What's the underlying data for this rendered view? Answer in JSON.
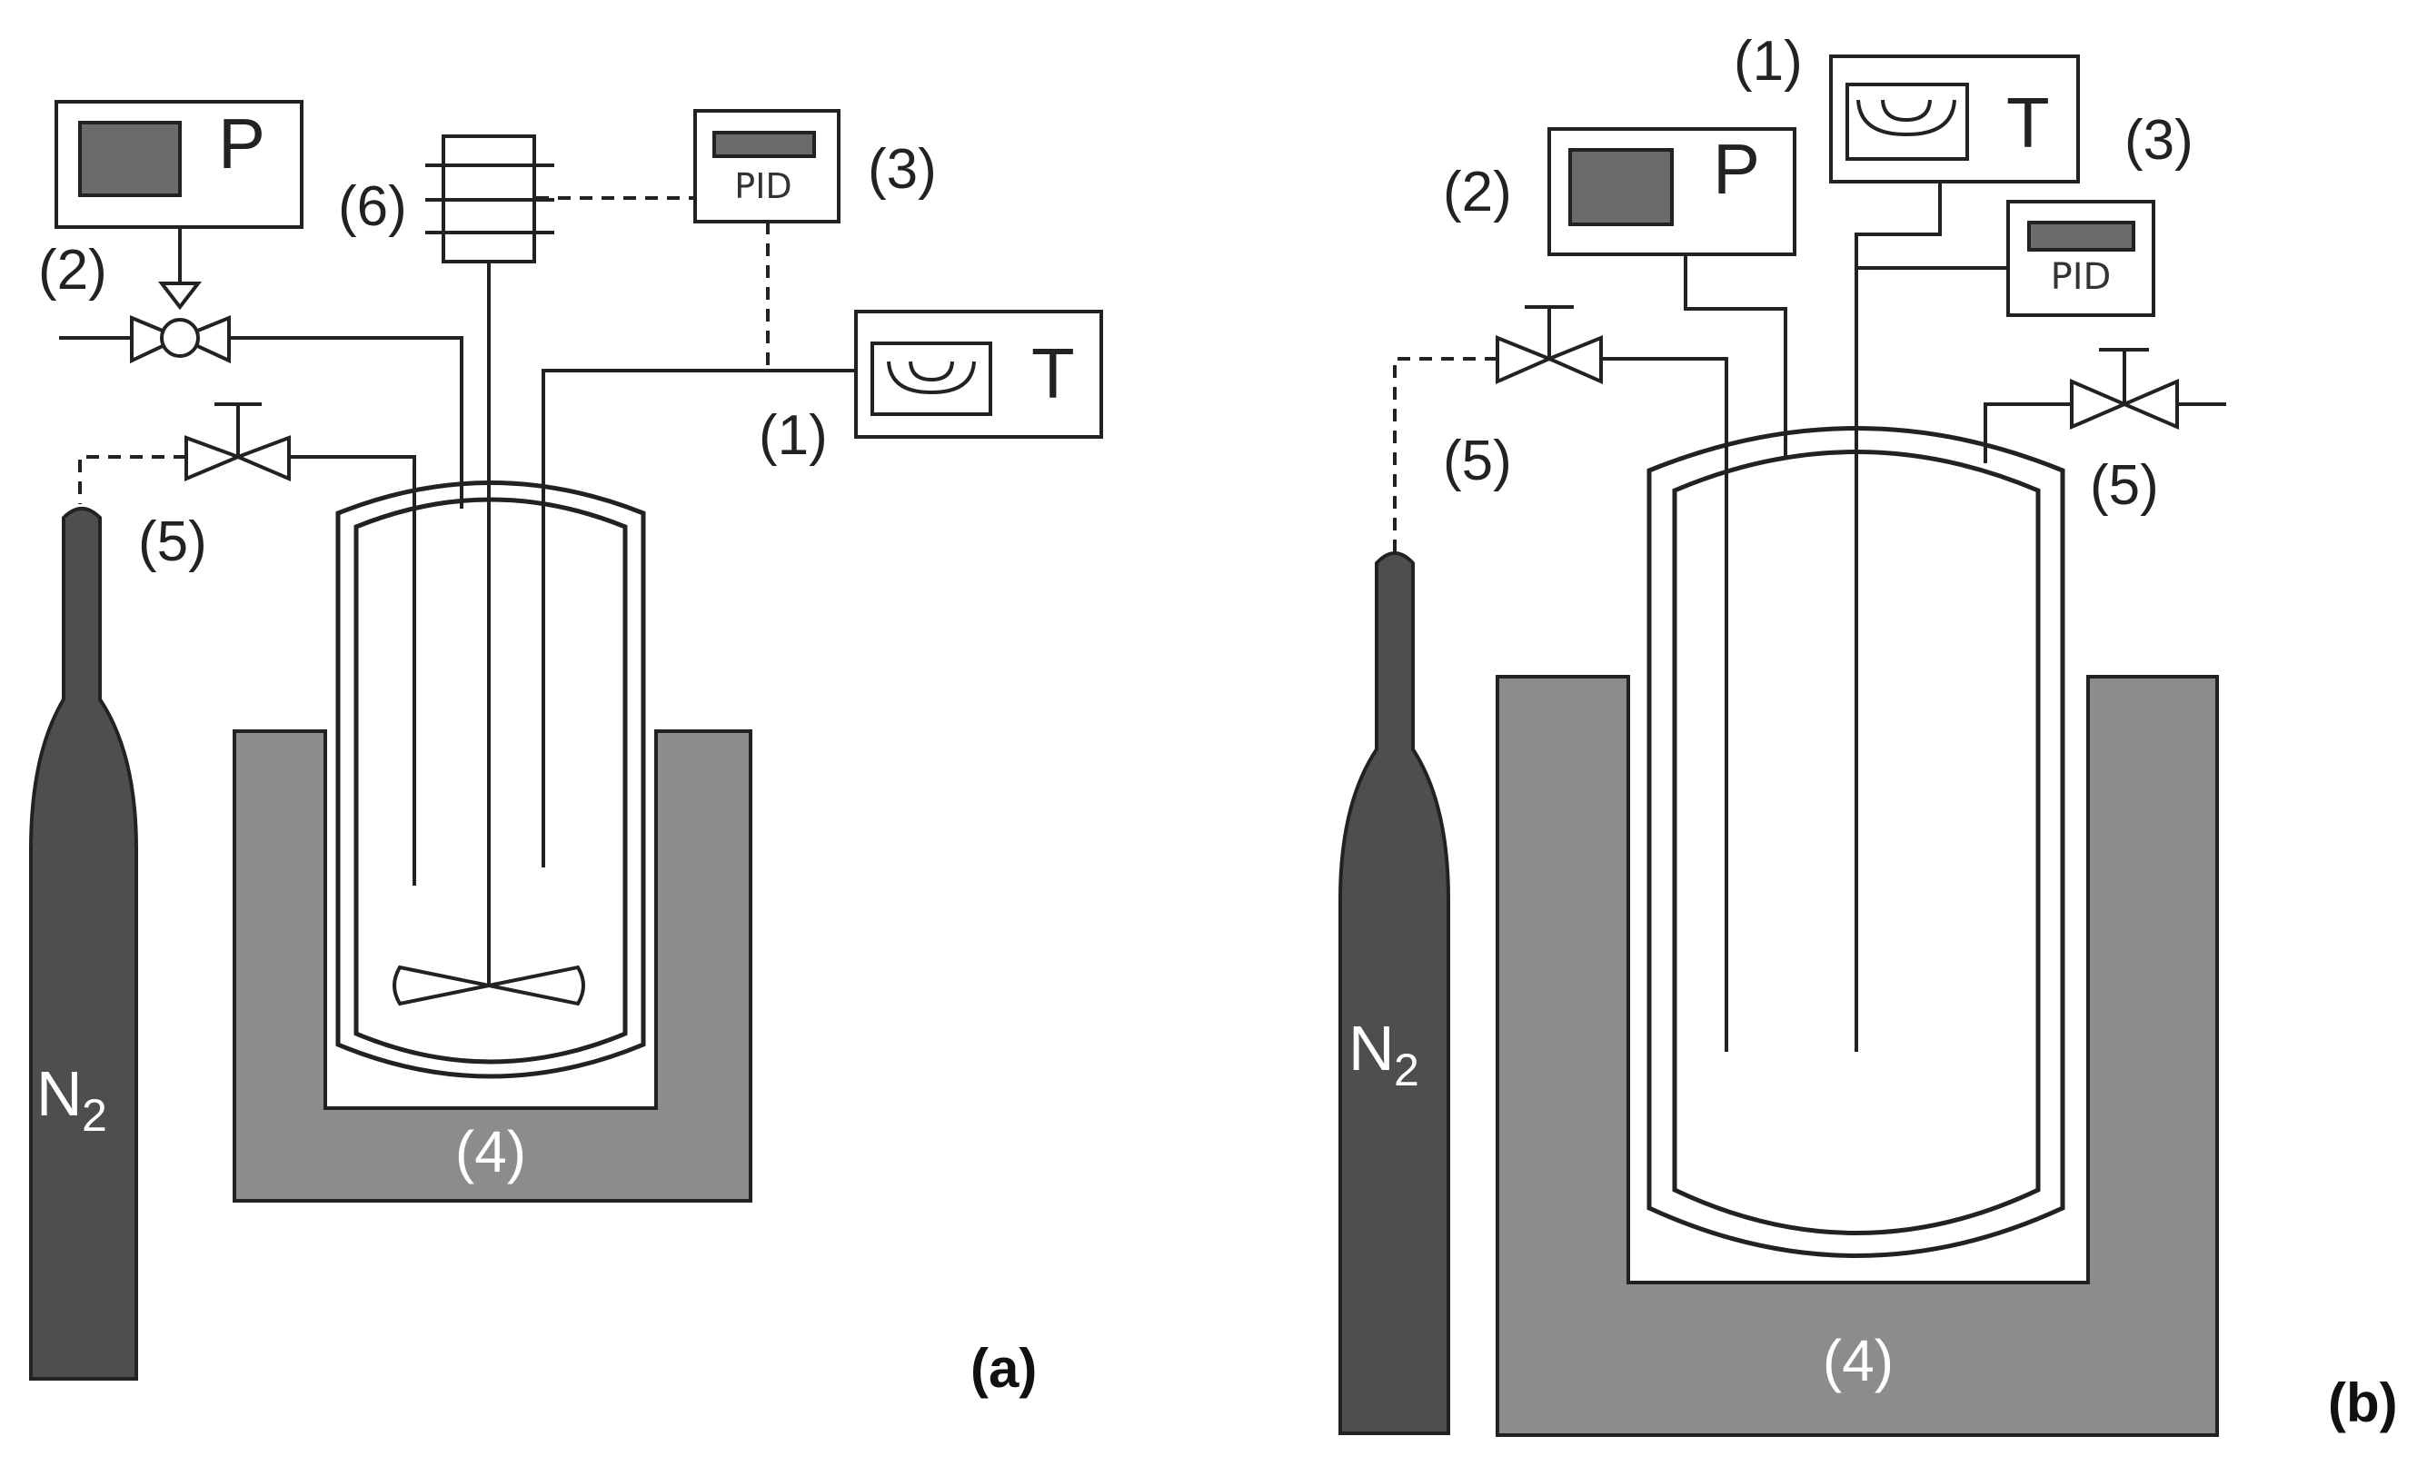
{
  "panel_a": {
    "caption": "(a)",
    "pressure_label": "P",
    "temperature_label": "T",
    "pid_label": "PID",
    "cylinder_gas": "N",
    "cylinder_subscript": "2",
    "labels": {
      "thermometer": "(1)",
      "pressure_valve": "(2)",
      "pid_controller": "(3)",
      "bath": "(4)",
      "gas_valve": "(5)",
      "stirrer_motor": "(6)"
    }
  },
  "panel_b": {
    "caption": "(b)",
    "pressure_label": "P",
    "temperature_label": "T",
    "pid_label": "PID",
    "cylinder_gas": "N",
    "cylinder_subscript": "2",
    "labels": {
      "thermometer": "(1)",
      "pressure_gauge": "(2)",
      "pid_controller": "(3)",
      "bath": "(4)",
      "gas_valve_left": "(5)",
      "gas_valve_right": "(5)"
    }
  },
  "colors": {
    "bath": "#8c8c8c",
    "cylinder": "#4e4e4e",
    "screen": "#6b6b6b",
    "line": "#222222"
  }
}
